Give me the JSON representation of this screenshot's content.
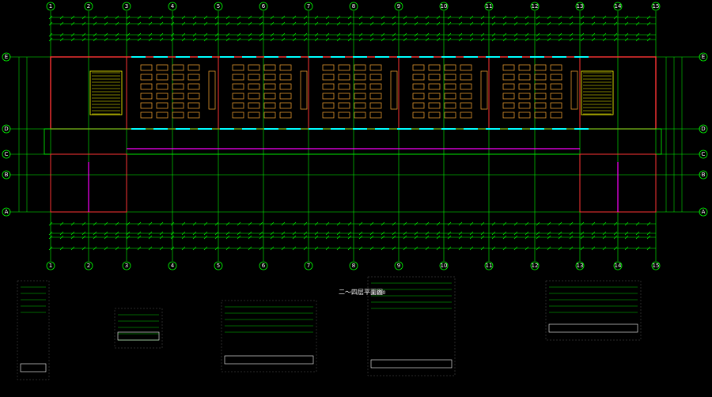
{
  "grid": {
    "columns": [
      "1",
      "2",
      "3",
      "4",
      "5",
      "6",
      "7",
      "8",
      "9",
      "10",
      "11",
      "12",
      "13",
      "14",
      "15"
    ],
    "rows": [
      "E",
      "D",
      "C",
      "B",
      "A"
    ]
  },
  "plan": {
    "title": "二～四层平面图",
    "scale": "1:100"
  },
  "colors": {
    "background": "#000000",
    "gridline": "#00ff00",
    "wall": "#ff3333",
    "window": "#00ffff",
    "door": "#ff00ff",
    "dimension": "#00ff00",
    "furniture": "#ffaa33",
    "stair": "#ffff00",
    "text": "#ffffff"
  },
  "icons": [
    "grid-bubble-icon",
    "north-arrow-icon"
  ]
}
